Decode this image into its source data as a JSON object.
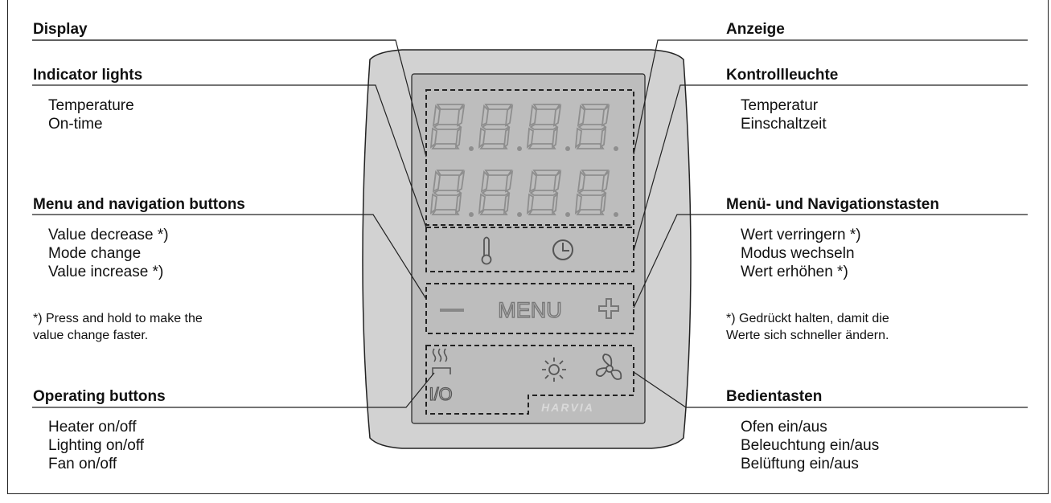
{
  "left": {
    "display": "Display",
    "indicator_lights": {
      "title": "Indicator lights",
      "items": [
        "Temperature",
        "On-time"
      ]
    },
    "menu_nav": {
      "title": "Menu and navigation buttons",
      "items": [
        "Value decrease *)",
        "Mode change",
        "Value increase *)"
      ]
    },
    "note": [
      "*) Press and hold to make the",
      "value change faster."
    ],
    "operating": {
      "title": "Operating buttons",
      "items": [
        "Heater on/off",
        "Lighting on/off",
        "Fan on/off"
      ]
    }
  },
  "right": {
    "display": "Anzeige",
    "indicator_lights": {
      "title": "Kontrollleuchte",
      "items": [
        "Temperatur",
        "Einschaltzeit"
      ]
    },
    "menu_nav": {
      "title": "Menü- und Navigationstasten",
      "items": [
        "Wert verringern *)",
        "Modus wechseln",
        "Wert erhöhen *)"
      ]
    },
    "note": [
      "*) Gedrückt halten, damit die",
      "Werte sich schneller ändern."
    ],
    "operating": {
      "title": "Bedientasten",
      "items": [
        "Ofen ein/aus",
        "Beleuchtung ein/aus",
        "Belüftung ein/aus"
      ]
    }
  },
  "panel": {
    "menu_label": "MENU",
    "minus": "—",
    "plus": "+",
    "io_label": "I/O",
    "brand": "HARVIA",
    "icons": [
      "thermometer-icon",
      "clock-icon",
      "heater-icon",
      "light-icon",
      "fan-icon"
    ],
    "colors": {
      "bezel": "#cfcfcf",
      "face": "#b9b9b9",
      "segment": "#9a9a9a",
      "line": "#222222"
    }
  }
}
